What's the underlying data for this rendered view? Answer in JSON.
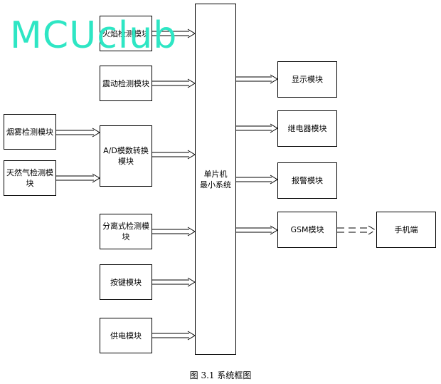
{
  "modules_left": {
    "fire": "火焰检测模块",
    "vibration": "震动检测模块",
    "smoke": "烟雾检测模块",
    "gas": "天然气检测模块",
    "adc": "A/D模数转换模块",
    "separation": "分离式检测模块",
    "keys": "按键模块",
    "power": "供电模块"
  },
  "mcu": {
    "line1": "单片机",
    "line2": "最小系统"
  },
  "modules_right": {
    "display": "显示模块",
    "relay": "继电器模块",
    "alarm": "报警模块",
    "gsm": "GSM模块",
    "phone": "手机端"
  },
  "watermark": "MCUclub",
  "caption": "图 3.1  系统框图",
  "colors": {
    "watermark": "#2ee6c4",
    "line": "#000000"
  }
}
